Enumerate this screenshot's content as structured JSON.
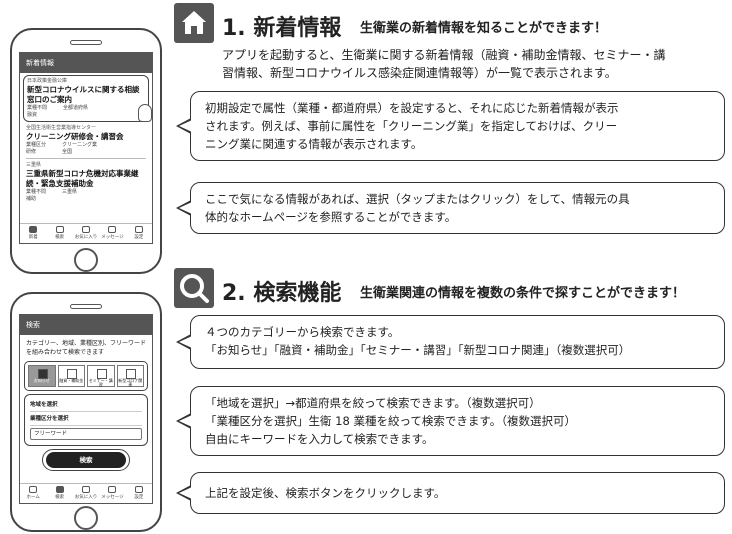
{
  "section1": {
    "title": "1. 新着情報",
    "subtitle": "生衛業の新着情報を知ることができます！",
    "description": [
      "アプリを起動すると、生衛業に関する新着情報（融資・補助金情報、セミナー・講",
      "習情報、新型コロナウイルス感染症関連情報等）が一覧で表示されます。"
    ],
    "icon": "home-icon",
    "callouts": [
      {
        "lines": [
          "初期設定で属性（業種・都道府県）を設定すると、それに応じた新着情報が表示",
          "されます。例えば、事前に属性を「クリーニング業」を指定しておけば、クリー",
          "ニング業に関連する情報が表示されます。"
        ]
      },
      {
        "lines": [
          "ここで気になる情報があれば、選択（タップまたはクリック）をして、情報元の具",
          "体的なホームページを参照することができます。"
        ]
      }
    ],
    "screen": {
      "header": "新着情報",
      "items": [
        {
          "source": "日本政策金融公庫",
          "title": "新型コロナウイルスに関する相談窓口のご案内",
          "tags": [
            "業種不問",
            "全都道府県",
            "融資",
            ""
          ]
        },
        {
          "source": "全国生活衛生営業指導センター",
          "title": "クリーニング研修会・講習会",
          "tags": [
            "業種区分",
            "クリーニング業",
            "研修",
            "全国"
          ]
        },
        {
          "source": "三重県",
          "title": "三重県新型コロナ危機対応事業継続・緊急支援補助金",
          "tags": [
            "業種不問",
            "三重県",
            "補助",
            ""
          ]
        }
      ],
      "tabs": [
        "新着",
        "検索",
        "お気に入り",
        "メッセージ",
        "設定"
      ]
    }
  },
  "section2": {
    "title": "2. 検索機能",
    "subtitle": "生衛業関連の情報を複数の条件で探すことができます！",
    "icon": "search-icon",
    "callouts": [
      {
        "lines": [
          "４つのカテゴリーから検索できます。",
          "「お知らせ」「融資・補助金」「セミナー・講習」「新型コロナ関連」（複数選択可）"
        ]
      },
      {
        "lines": [
          "「地域を選択」→都道府県を絞って検索できます。（複数選択可）",
          "「業種区分を選択」生衛 18 業種を絞って検索できます。（複数選択可）",
          "自由にキーワードを入力して検索できます。"
        ]
      },
      {
        "lines": [
          "上記を設定後、検索ボタンをクリックします。"
        ]
      }
    ],
    "screen": {
      "header": "検索",
      "description": "カテゴリー、地域、業種区別、フリーワードを組み合わせて検索できます",
      "categories": [
        {
          "label": "お知らせ",
          "checked": true
        },
        {
          "label": "融資・補助金",
          "checked": false
        },
        {
          "label": "セミナー・講習",
          "checked": false
        },
        {
          "label": "新型コロナ関連",
          "checked": false
        }
      ],
      "region_label": "地域を選択",
      "industry_label": "業種区分を選択",
      "keyword_placeholder": "フリーワード",
      "search_button": "検索",
      "tabs": [
        "ホーム",
        "検索",
        "お気に入り",
        "メッセージ",
        "設定"
      ]
    }
  }
}
